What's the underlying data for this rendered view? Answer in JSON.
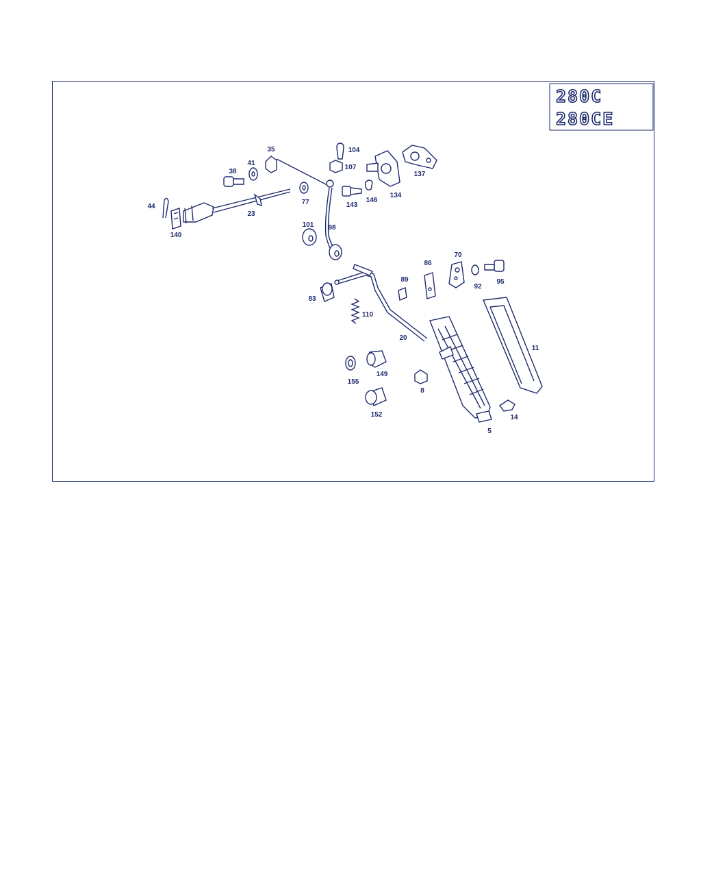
{
  "badge": {
    "line1": "280C",
    "line2": "280CE"
  },
  "parts": [
    {
      "id": "p44",
      "number": "44",
      "name": "cotter-pin"
    },
    {
      "id": "p140",
      "number": "140",
      "name": "bracket-clip"
    },
    {
      "id": "p38",
      "number": "38",
      "name": "bolt"
    },
    {
      "id": "p41",
      "number": "41",
      "name": "washer"
    },
    {
      "id": "p35",
      "number": "35",
      "name": "clip"
    },
    {
      "id": "p23",
      "number": "23",
      "name": "linkage-rod"
    },
    {
      "id": "p77",
      "number": "77",
      "name": "washer"
    },
    {
      "id": "p104",
      "number": "104",
      "name": "ball-stud"
    },
    {
      "id": "p107",
      "number": "107",
      "name": "nut"
    },
    {
      "id": "p143",
      "number": "143",
      "name": "screw"
    },
    {
      "id": "p146",
      "number": "146",
      "name": "spring-washer"
    },
    {
      "id": "p134",
      "number": "134",
      "name": "bearing-bracket"
    },
    {
      "id": "p137",
      "number": "137",
      "name": "bearing-bracket"
    },
    {
      "id": "p101",
      "number": "101",
      "name": "bushing"
    },
    {
      "id": "p98",
      "number": "98",
      "name": "connecting-rod"
    },
    {
      "id": "p83",
      "number": "83",
      "name": "bushing"
    },
    {
      "id": "p110",
      "number": "110",
      "name": "spring"
    },
    {
      "id": "p20",
      "number": "20",
      "name": "pedal-lever"
    },
    {
      "id": "p86",
      "number": "86",
      "name": "plate"
    },
    {
      "id": "p89",
      "number": "89",
      "name": "clip"
    },
    {
      "id": "p70",
      "number": "70",
      "name": "bracket"
    },
    {
      "id": "p92",
      "number": "92",
      "name": "washer"
    },
    {
      "id": "p95",
      "number": "95",
      "name": "bolt"
    },
    {
      "id": "p11",
      "number": "11",
      "name": "floor-plate"
    },
    {
      "id": "p155",
      "number": "155",
      "name": "washer"
    },
    {
      "id": "p149",
      "number": "149",
      "name": "stop"
    },
    {
      "id": "p8",
      "number": "8",
      "name": "nut"
    },
    {
      "id": "p152",
      "number": "152",
      "name": "bumper"
    },
    {
      "id": "p5",
      "number": "5",
      "name": "accelerator-pedal"
    },
    {
      "id": "p14",
      "number": "14",
      "name": "clip"
    }
  ]
}
